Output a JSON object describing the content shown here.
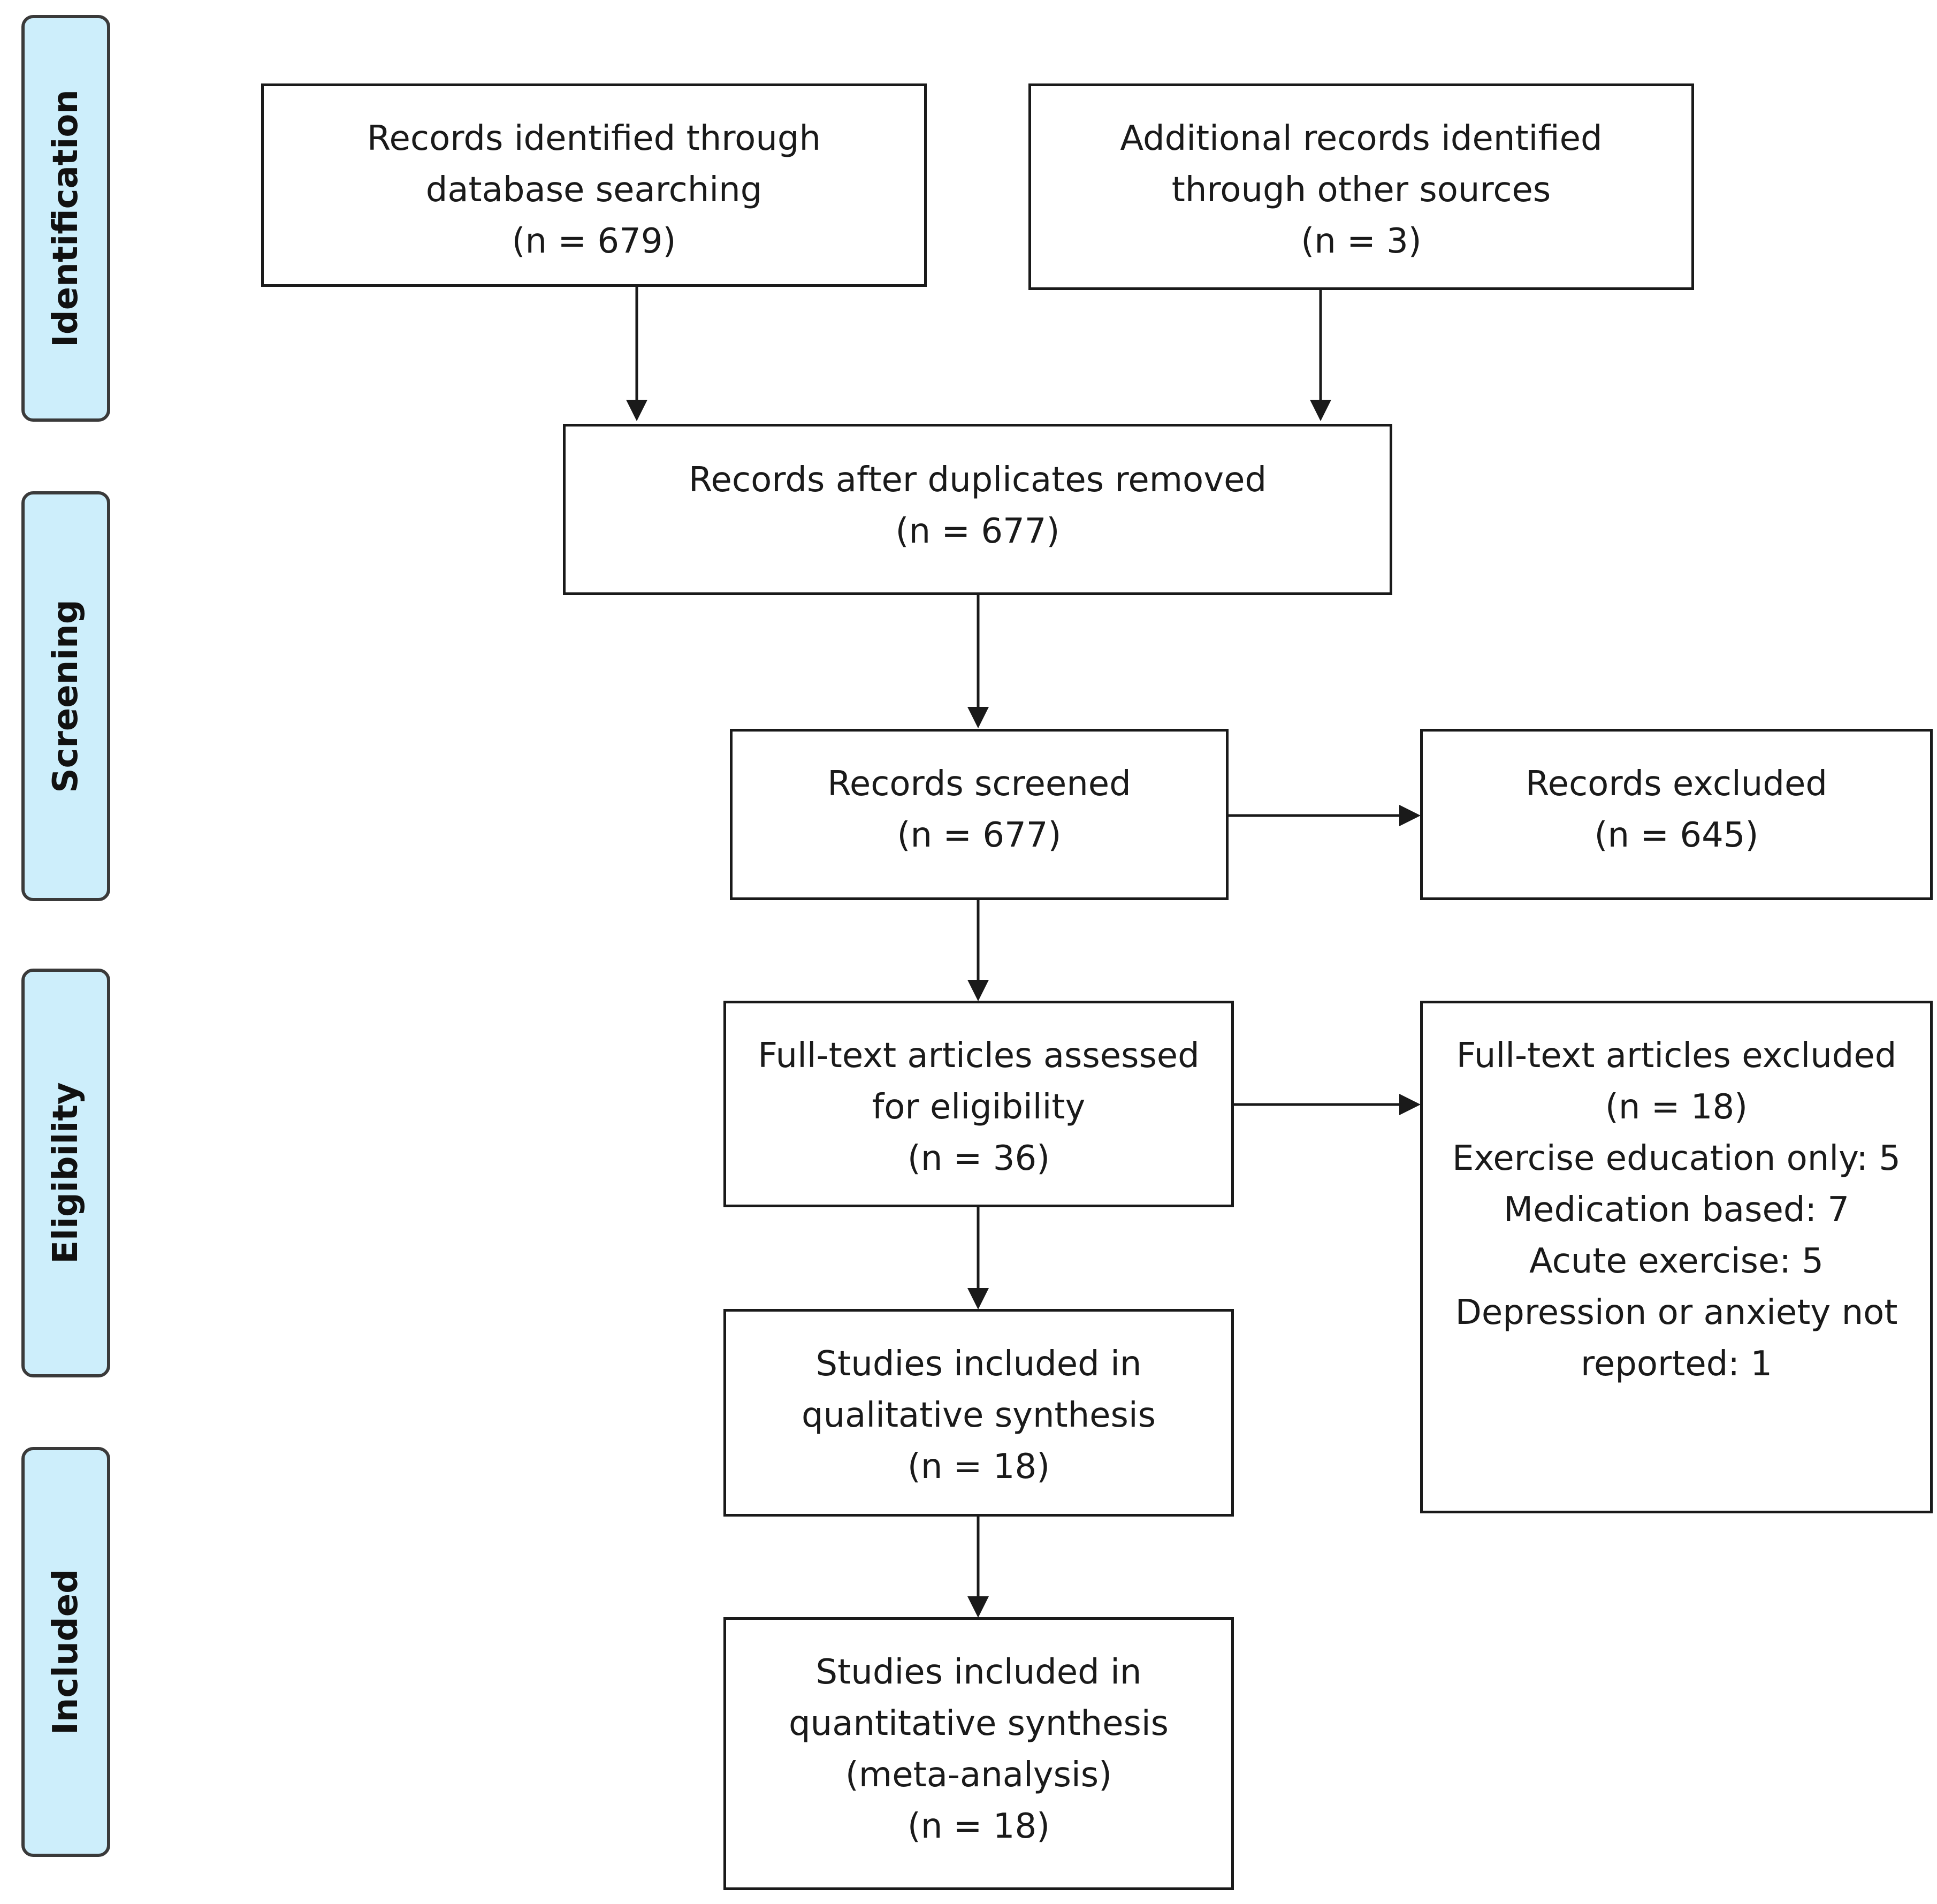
{
  "phases": {
    "identification": "Identification",
    "screening": "Screening",
    "eligibility": "Eligibility",
    "included": "Included"
  },
  "boxes": {
    "database": {
      "line1": "Records identified through",
      "line2": "database searching",
      "count": "(n = 679)"
    },
    "other_sources": {
      "line1": "Additional records identified",
      "line2": "through other sources",
      "count": "(n = 3)"
    },
    "duplicates_removed": {
      "line1": "Records after duplicates removed",
      "count": "(n = 677)"
    },
    "screened": {
      "line1": "Records screened",
      "count": "(n = 677)"
    },
    "excluded": {
      "line1": "Records excluded",
      "count": "(n = 645)"
    },
    "fulltext_assessed": {
      "line1": "Full-text articles assessed",
      "line2": "for eligibility",
      "count": "(n = 36)"
    },
    "fulltext_excluded": {
      "line1": "Full-text articles excluded",
      "count": "(n = 18)",
      "reasons": [
        "Exercise education only: 5",
        "Medication based: 7",
        "Acute exercise: 5",
        "Depression or anxiety not",
        "reported: 1"
      ]
    },
    "qualitative": {
      "line1": "Studies included in",
      "line2": "qualitative synthesis",
      "count": "(n = 18)"
    },
    "quantitative": {
      "line1": "Studies included in",
      "line2": "quantitative synthesis",
      "line3": "(meta-analysis)",
      "count": "(n = 18)"
    }
  }
}
